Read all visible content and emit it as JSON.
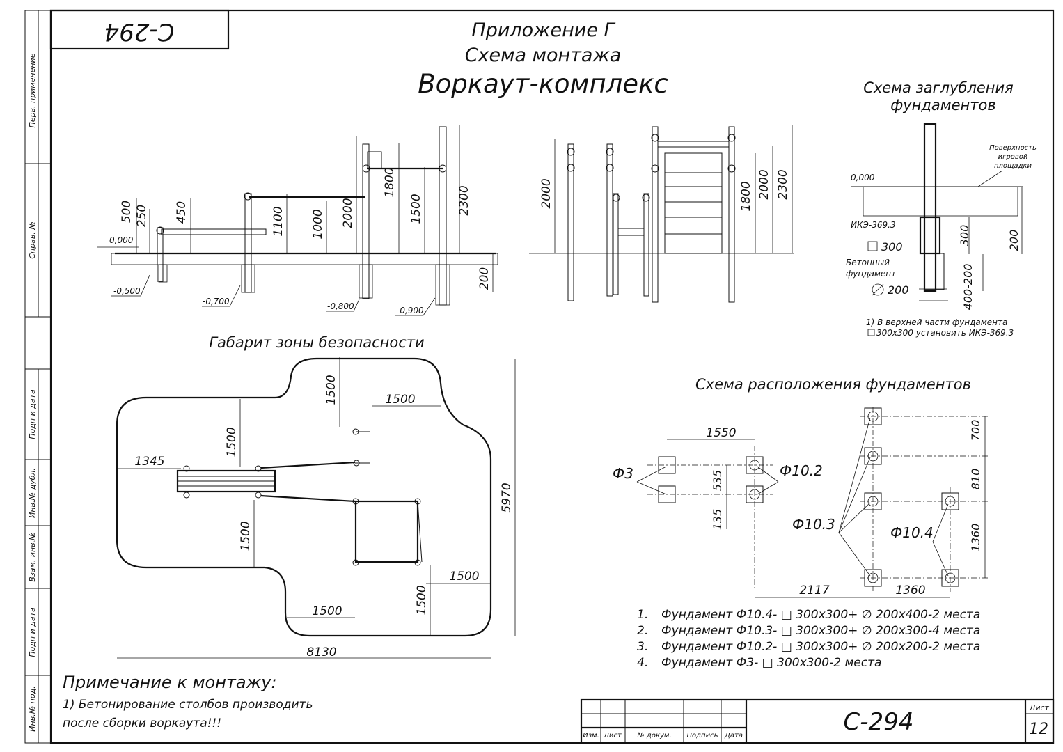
{
  "sheet_code_top": "С-294",
  "title": {
    "appendix": "Приложение Г",
    "scheme": "Схема монтажа",
    "name": "Воркаут-комплекс"
  },
  "side_stamps": [
    "Перв. применение",
    "Справ. №",
    "Подп и дата",
    "Инв.№ дубл.",
    "Взам. инв.№",
    "Подп и дата",
    "Инв.№ под."
  ],
  "elevation": {
    "zero": "0,000",
    "levels": [
      "-0,500",
      "-0,700",
      "-0,800",
      "-0,900"
    ],
    "dims": [
      "500",
      "250",
      "450",
      "1100",
      "1000",
      "2000",
      "1800",
      "1500",
      "2300",
      "200"
    ],
    "side_dims": [
      "2000",
      "1800",
      "2000",
      "2300"
    ]
  },
  "depth_scheme": {
    "title_1": "Схема заглубления",
    "title_2": "фундаментов",
    "surface_1": "Поверхность",
    "surface_2": "игровой",
    "surface_3": "площадки",
    "zero": "0,000",
    "embed": "ИКЭ-369.3",
    "square": "300",
    "concrete_1": "Бетонный",
    "concrete_2": "фундамент",
    "diam": "200",
    "dims": [
      "300",
      "400-200",
      "200"
    ],
    "note_1": "1) В верхней части фундамента",
    "note_2": "300х300 установить ИКЭ-369.3"
  },
  "safety_zone": {
    "title": "Габарит зоны безопасности",
    "dims": [
      "1500",
      "1500",
      "1500",
      "1345",
      "1500",
      "1500",
      "1500",
      "1500",
      "5970",
      "8130"
    ]
  },
  "foundation_layout": {
    "title": "Схема расположения фундаментов",
    "labels": [
      "Ф3",
      "Ф10.2",
      "Ф10.3",
      "Ф10.4"
    ],
    "dims": [
      "1550",
      "535",
      "135",
      "700",
      "810",
      "1360",
      "2117",
      "1360"
    ]
  },
  "foundation_list": [
    {
      "n": "1.",
      "text": "Фундамент Ф10.4- □ 300х300+ ∅ 200х400-2 места"
    },
    {
      "n": "2.",
      "text": "Фундамент Ф10.3- □ 300х300+ ∅ 200х300-4 места"
    },
    {
      "n": "3.",
      "text": "Фундамент Ф10.2- □ 300х300+ ∅ 200х200-2 места"
    },
    {
      "n": "4.",
      "text": "Фундамент Ф3- □ 300х300-2 места"
    }
  ],
  "note": {
    "title": "Примечание к монтажу:",
    "line_1": "1) Бетонирование столбов производить",
    "line_2": "после сборки воркаута!!!"
  },
  "title_block": {
    "cols": [
      "Изм.",
      "Лист",
      "№ докум.",
      "Подпись",
      "Дата"
    ],
    "code": "С-294",
    "sheet_label": "Лист",
    "sheet_no": "12"
  }
}
